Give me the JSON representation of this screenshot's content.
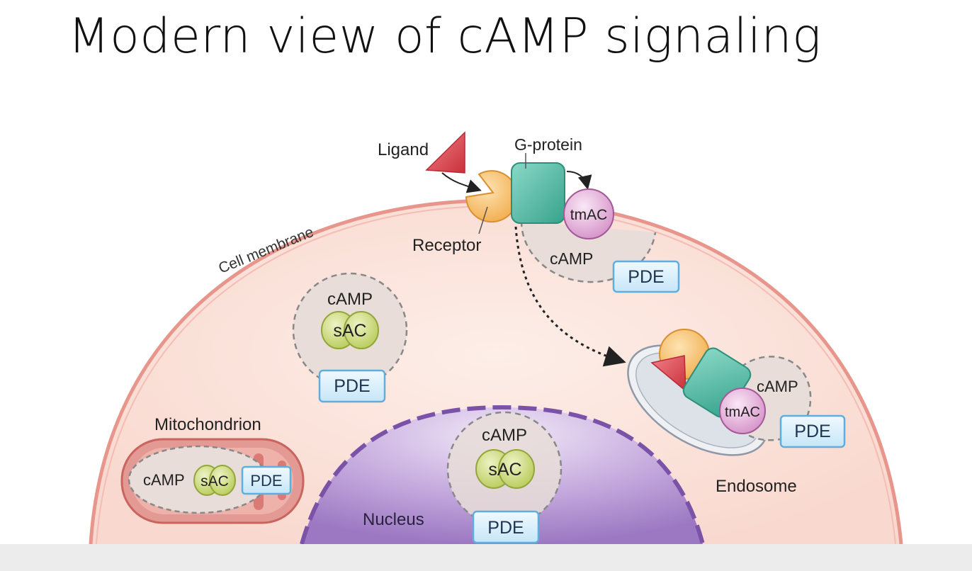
{
  "title": "Modern view of cAMP signaling",
  "labels": {
    "cell_membrane": "Cell membrane",
    "ligand": "Ligand",
    "g_protein": "G-protein",
    "receptor": "Receptor",
    "mitochondrion": "Mitochondrion",
    "nucleus": "Nucleus",
    "endosome": "Endosome"
  },
  "membrane_domain": {
    "tmac": "tmAC",
    "camp": "cAMP",
    "pde": "PDE"
  },
  "cytosol_domain": {
    "camp": "cAMP",
    "sac": "sAC",
    "pde": "PDE"
  },
  "mito_domain": {
    "camp": "cAMP",
    "sac": "sAC",
    "pde": "PDE"
  },
  "nuclear_domain": {
    "camp": "cAMP",
    "sac": "sAC",
    "pde": "PDE"
  },
  "endosome_domain": {
    "tmac": "tmAC",
    "camp": "cAMP",
    "pde": "PDE"
  },
  "colors": {
    "cytoplasm": "#fbe3dc",
    "membrane": "#e8958c",
    "microdomain": "#e8ddd8",
    "pde_fill": "#d8eefa",
    "pde_stroke": "#5eaee0",
    "sac_fill": "#d2df85",
    "tmac_fill": "#e7b5dc",
    "gprotein_fill": "#5cc1ac",
    "receptor_fill": "#f8c678",
    "ligand_fill": "#e04a52",
    "nucleus_fill": "#b294d0",
    "mito_fill": "#e49a94"
  }
}
